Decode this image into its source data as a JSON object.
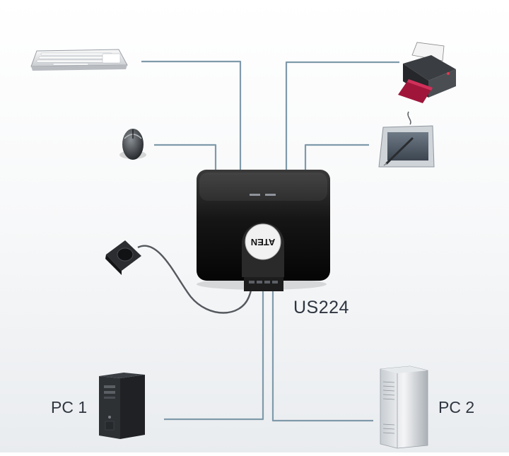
{
  "device": {
    "model": "US224",
    "brand_logo_text": "ATEN"
  },
  "computers": {
    "pc1_label": "PC 1",
    "pc2_label": "PC 2"
  },
  "peripherals": [
    "keyboard-icon",
    "mouse-icon",
    "printer-icon",
    "drawing-tablet-icon",
    "remote-port-selector-icon"
  ],
  "colors": {
    "cable": "#7f9aaa",
    "switch_body": "#1c1c1c",
    "background": "#f2f4f6"
  }
}
